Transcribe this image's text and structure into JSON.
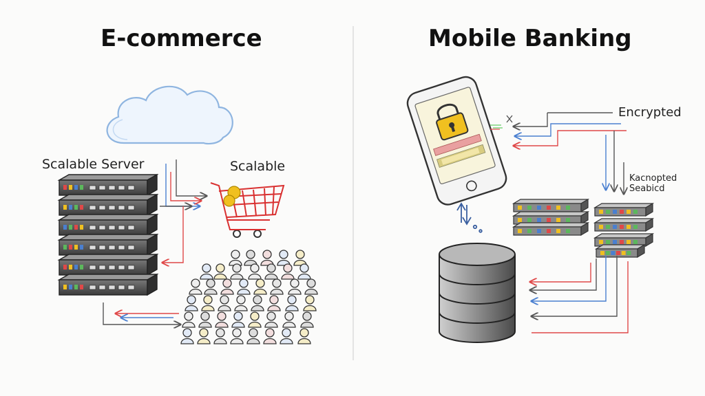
{
  "left_panel": {
    "title": "E-commerce",
    "server_label": "Scalable Server",
    "cart_label": "Scalable"
  },
  "right_panel": {
    "title": "Mobile Banking",
    "encrypted_label": "Encrypted",
    "encrypted_label_2": "Kacnopted\nSeabicd"
  },
  "colors": {
    "arrow_red": "#e04848",
    "arrow_blue": "#4a7fd0",
    "arrow_gray": "#555555",
    "cart_red": "#d93030",
    "lock_gold": "#f0c020",
    "cloud_blue": "#a8c8ec"
  },
  "icons": [
    "cloud-icon",
    "server-rack-icon",
    "shopping-cart-icon",
    "crowd-icon",
    "smartphone-icon",
    "padlock-icon",
    "database-icon",
    "network-switch-icon",
    "sync-arrows-icon"
  ]
}
